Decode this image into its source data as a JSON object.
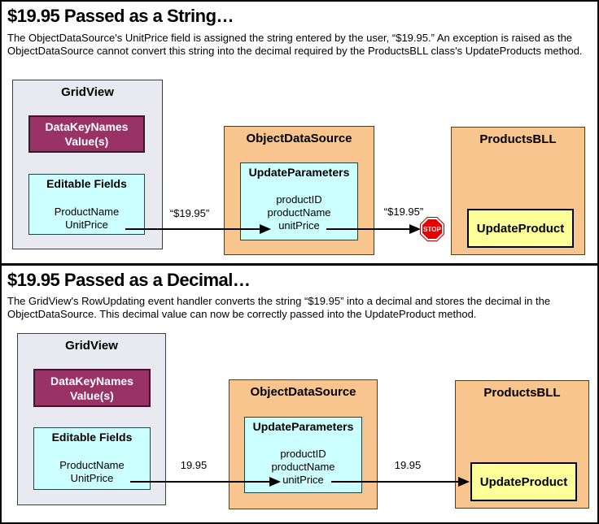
{
  "colors": {
    "gridview_bg": "#e9e9f1",
    "datakeynames_bg": "#993366",
    "fields_bg": "#ccffff",
    "datasource_bg": "#f7c58d",
    "method_bg": "#ffff99",
    "stop_red": "#e60000",
    "arrow": "#000000"
  },
  "panels": [
    {
      "heading": "$19.95 Passed as a String…",
      "description": "The ObjectDataSource's UnitPrice field is assigned the string entered by the user, “$19.95.” An exception is raised as the ObjectDataSource cannot convert this string into the decimal required by the ProductsBLL class's UpdateProducts method.",
      "gridview": {
        "title": "GridView",
        "datakeynames_line1": "DataKeyNames",
        "datakeynames_line2": "Value(s)",
        "editable_fields_title": "Editable Fields",
        "fields": [
          "ProductName",
          "UnitPrice"
        ]
      },
      "value_label_1": "“$19.95”",
      "objectdatasource": {
        "title": "ObjectDataSource",
        "updateparameters_title": "UpdateParameters",
        "parameters": [
          "productID",
          "productName",
          "unitPrice"
        ]
      },
      "value_label_2": "“$19.95”",
      "stop_label": "STOP",
      "productsbll": {
        "title": "ProductsBLL",
        "method": "UpdateProduct"
      }
    },
    {
      "heading": "$19.95 Passed as a Decimal…",
      "description": "The GridView's RowUpdating event handler converts the string “$19.95” into a decimal and stores the decimal in the ObjectDataSource. This decimal value can now be correctly passed into the UpdateProduct method.",
      "gridview": {
        "title": "GridView",
        "datakeynames_line1": "DataKeyNames",
        "datakeynames_line2": "Value(s)",
        "editable_fields_title": "Editable Fields",
        "fields": [
          "ProductName",
          "UnitPrice"
        ]
      },
      "value_label_1": "19.95",
      "objectdatasource": {
        "title": "ObjectDataSource",
        "updateparameters_title": "UpdateParameters",
        "parameters": [
          "productID",
          "productName",
          "unitPrice"
        ]
      },
      "value_label_2": "19.95",
      "productsbll": {
        "title": "ProductsBLL",
        "method": "UpdateProduct"
      }
    }
  ]
}
